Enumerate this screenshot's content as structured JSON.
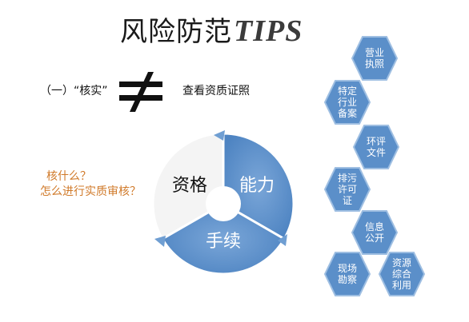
{
  "title": {
    "main": "风险防范",
    "accent": "TIPS"
  },
  "check_line": {
    "label": "（一）“核实”",
    "right_text": "查看资质证照"
  },
  "questions": {
    "q1": "核什么？",
    "q2": "怎么进行实质审核？"
  },
  "cycle": {
    "segments": [
      {
        "label": "资格",
        "color": "#f2f2f2",
        "text_color": "#111111"
      },
      {
        "label": "能力",
        "color": "#5b8fc9",
        "text_color": "#ffffff"
      },
      {
        "label": "手续",
        "color": "#5b8fc9",
        "text_color": "#ffffff"
      }
    ]
  },
  "hexagons": [
    {
      "label": "营业\n执照"
    },
    {
      "label": "特定\n行业\n备案"
    },
    {
      "label": "环评\n文件"
    },
    {
      "label": "排污\n许可\n证"
    },
    {
      "label": "信息\n公开"
    },
    {
      "label": "现场\n勘察"
    },
    {
      "label": "资源\n综合\n利用"
    }
  ],
  "colors": {
    "hex_fill": "#5b8fc9",
    "hex_stroke": "#9fbfe2"
  }
}
